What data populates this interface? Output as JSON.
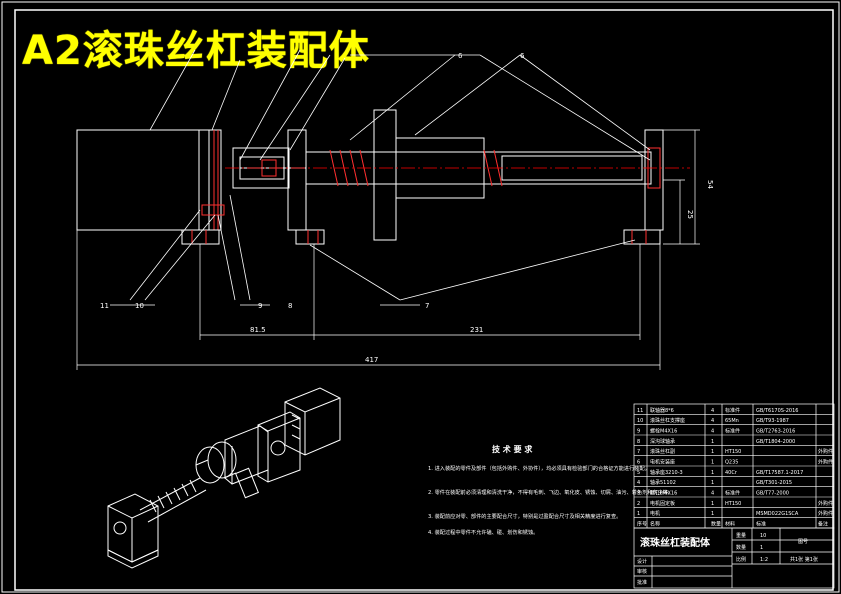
{
  "title": "A2滚珠丝杠装配体",
  "balloons": {
    "b6a": "6",
    "b6b": "6",
    "b11": "11",
    "b10": "10",
    "b9": "9",
    "b8": "8",
    "b7": "7"
  },
  "dimensions": {
    "d_left": "81.5",
    "d_right": "231",
    "d_total": "417",
    "d_height": "54",
    "d_height2": "25"
  },
  "tech": {
    "heading": "技 术 要 求",
    "items": [
      "1. 进入装配的零件及部件（包括外购件、外协件），均必须具有检验部门的合格证方能进行装配。",
      "2. 零件在装配前必须清理和清洗干净，不得有毛刺、飞边、氧化皮、锈蚀、切屑、油污、着色剂和灰尘等。",
      "3. 装配前应对零、部件的主要配合尺寸，特别是过盈配合尺寸及相关精度进行复查。",
      "4. 装配过程中零件不允许磕、碰、划伤和锈蚀。"
    ]
  },
  "bom": [
    {
      "no": "11",
      "name": "联轴器8*6",
      "qty": "4",
      "mat": "标准件",
      "std": "GB/T6170S-2016",
      "note": ""
    },
    {
      "no": "10",
      "name": "滚珠丝杠支撑座",
      "qty": "4",
      "mat": "65Mn",
      "std": "GB/T93-1987",
      "note": ""
    },
    {
      "no": "9",
      "name": "螺栓M4X16",
      "qty": "4",
      "mat": "标准件",
      "std": "GB/T2763-2016",
      "note": ""
    },
    {
      "no": "8",
      "name": "深沟球轴承",
      "qty": "1",
      "mat": "",
      "std": "GB/T1804-2000",
      "note": ""
    },
    {
      "no": "7",
      "name": "滚珠丝杠副",
      "qty": "1",
      "mat": "HT150",
      "std": "",
      "note": "外购件"
    },
    {
      "no": "6",
      "name": "电机安装座",
      "qty": "1",
      "mat": "Q235",
      "std": "",
      "note": "外购件"
    },
    {
      "no": "5",
      "name": "轴承座3210-3",
      "qty": "1",
      "mat": "40Cr",
      "std": "GB/T17587.1-2017",
      "note": ""
    },
    {
      "no": "4",
      "name": "轴承51102",
      "qty": "1",
      "mat": "",
      "std": "GB/T301-2015",
      "note": ""
    },
    {
      "no": "3",
      "name": "螺钉M4X16",
      "qty": "4",
      "mat": "标准件",
      "std": "GB/T77-2000",
      "note": ""
    },
    {
      "no": "2",
      "name": "电机固定板",
      "qty": "1",
      "mat": "HT150",
      "std": "",
      "note": "外购件"
    },
    {
      "no": "1",
      "name": "电机",
      "qty": "1",
      "mat": "",
      "std": "MSMD022G1SCA",
      "note": "外购件"
    }
  ],
  "bom_header": {
    "no": "序号",
    "name": "名称",
    "qty": "数量",
    "mat": "材料",
    "std": "标准",
    "note": "备注"
  },
  "title_block": {
    "name": "滚珠丝杠装配体",
    "weight_label": "重量",
    "weight": "10",
    "qty_label": "数量",
    "qty": "1",
    "scale_label": "比例",
    "scale": "1:2",
    "sheet_label": "共1张 第1张",
    "dwg_no": "图号",
    "design": "设计",
    "check": "审核",
    "approve": "批准"
  },
  "colors": {
    "outline": "#ffffff",
    "centerline": "#ff0000",
    "title": "#ffff00",
    "part_edge": "#ff3030",
    "accent": "#00ff00"
  }
}
